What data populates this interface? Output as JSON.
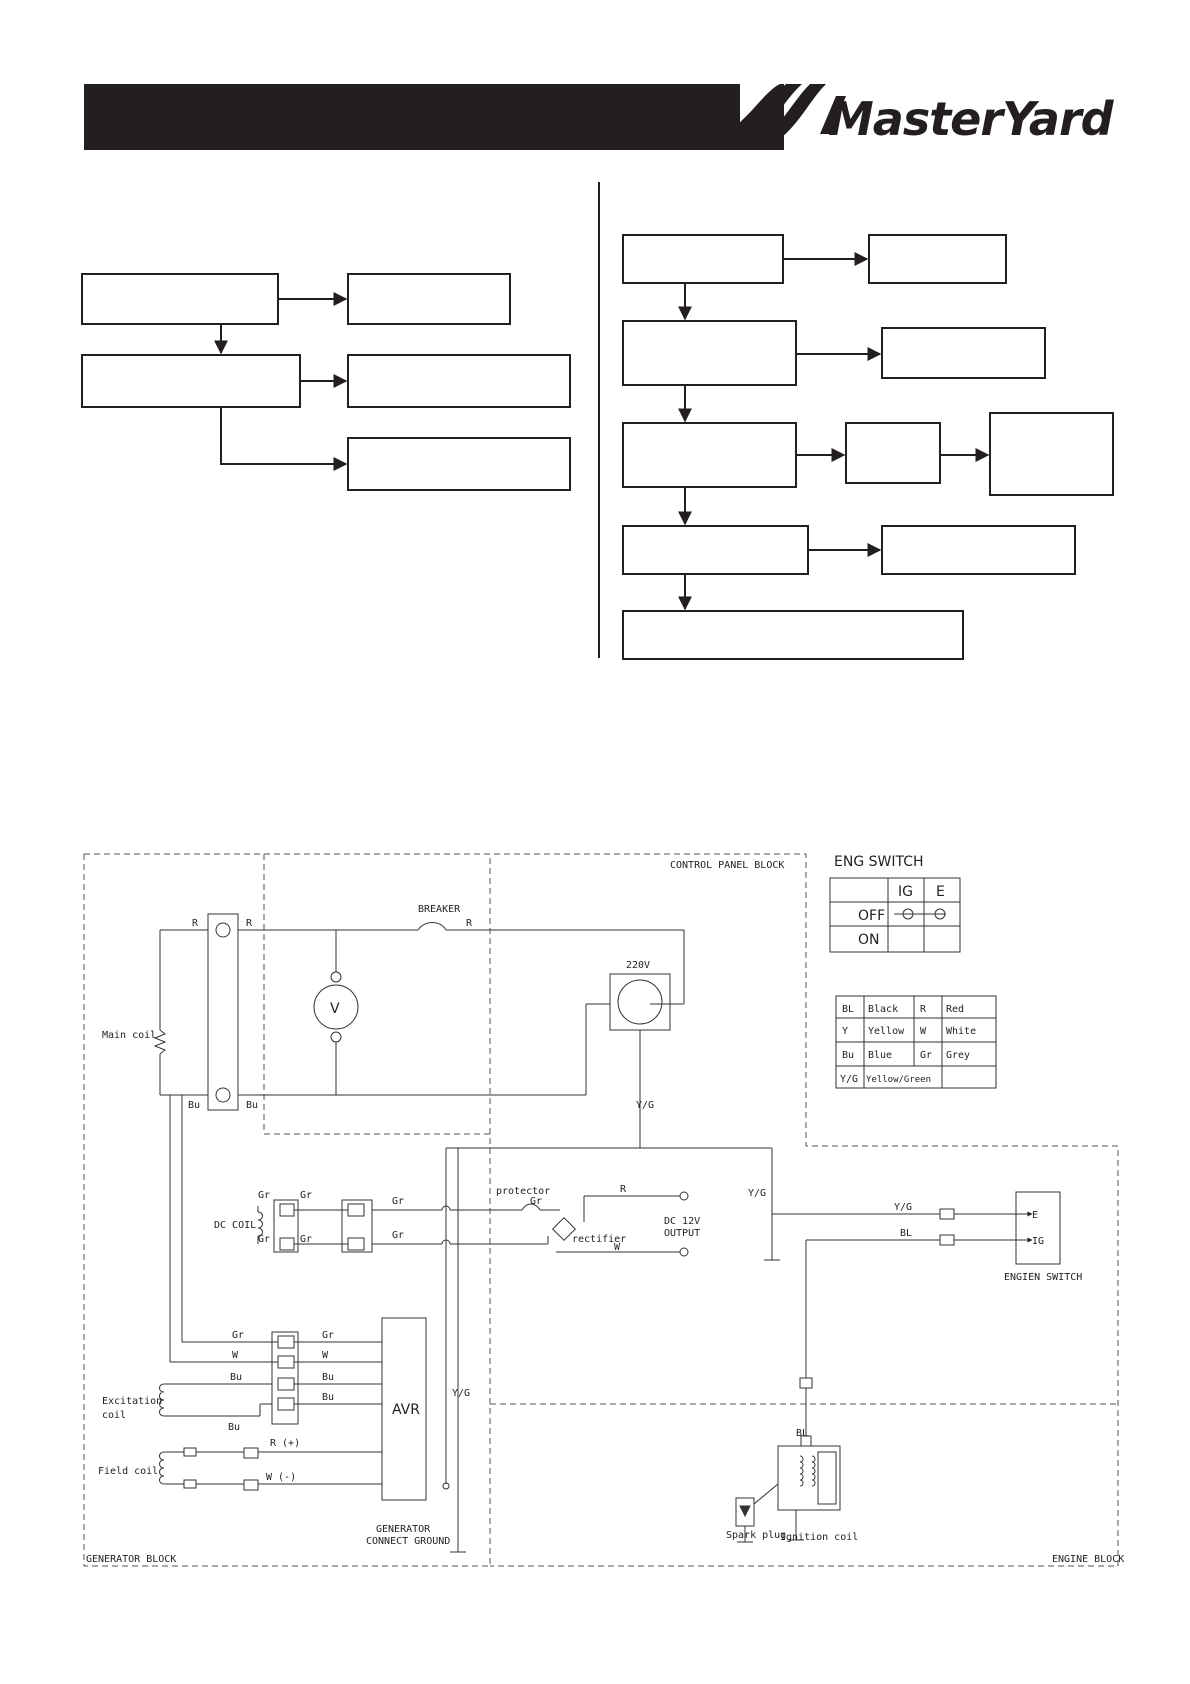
{
  "header": {
    "brand": "MasterYard"
  },
  "diagram": {
    "blocks": {
      "control_panel": "CONTROL PANEL BLOCK",
      "generator": "GENERATOR BLOCK",
      "engine": "ENGINE BLOCK"
    },
    "parts": {
      "breaker": "BREAKER",
      "voltmeter": "V",
      "socket": "220V",
      "main_coil": "Main coil",
      "dc_coil": "DC COIL",
      "protector": "protector",
      "rectifier": "rectifier",
      "dc_output_line1": "DC 12V",
      "dc_output_line2": "OUTPUT",
      "excitation_line1": "Excitation",
      "excitation_line2": "coil",
      "field_coil": "Field coil",
      "avr": "AVR",
      "gen_ground_line1": "GENERATOR",
      "gen_ground_line2": "CONNECT GROUND",
      "engine_switch": "ENGIEN SWITCH",
      "engine_switch_e": "E",
      "engine_switch_ig": "IG",
      "spark_plug": "Spark plug",
      "ignition_coil": "Ignition coil"
    },
    "wire_labels": {
      "R": "R",
      "Bu": "Bu",
      "Gr": "Gr",
      "W": "W",
      "YG": "Y/G",
      "BL": "BL",
      "R_plus": "R (+)",
      "W_minus": "W  (-)"
    }
  },
  "eng_switch_table": {
    "title": "ENG SWITCH",
    "headers": [
      "",
      "IG",
      "E"
    ],
    "rows": [
      "OFF",
      "ON"
    ]
  },
  "color_legend": {
    "rows": [
      [
        "BL",
        "Black",
        "R",
        "Red"
      ],
      [
        "Y",
        "Yellow",
        "W",
        "White"
      ],
      [
        "Bu",
        "Blue",
        "Gr",
        "Grey"
      ],
      [
        "Y/G",
        "Yellow/Green",
        "",
        ""
      ]
    ]
  }
}
